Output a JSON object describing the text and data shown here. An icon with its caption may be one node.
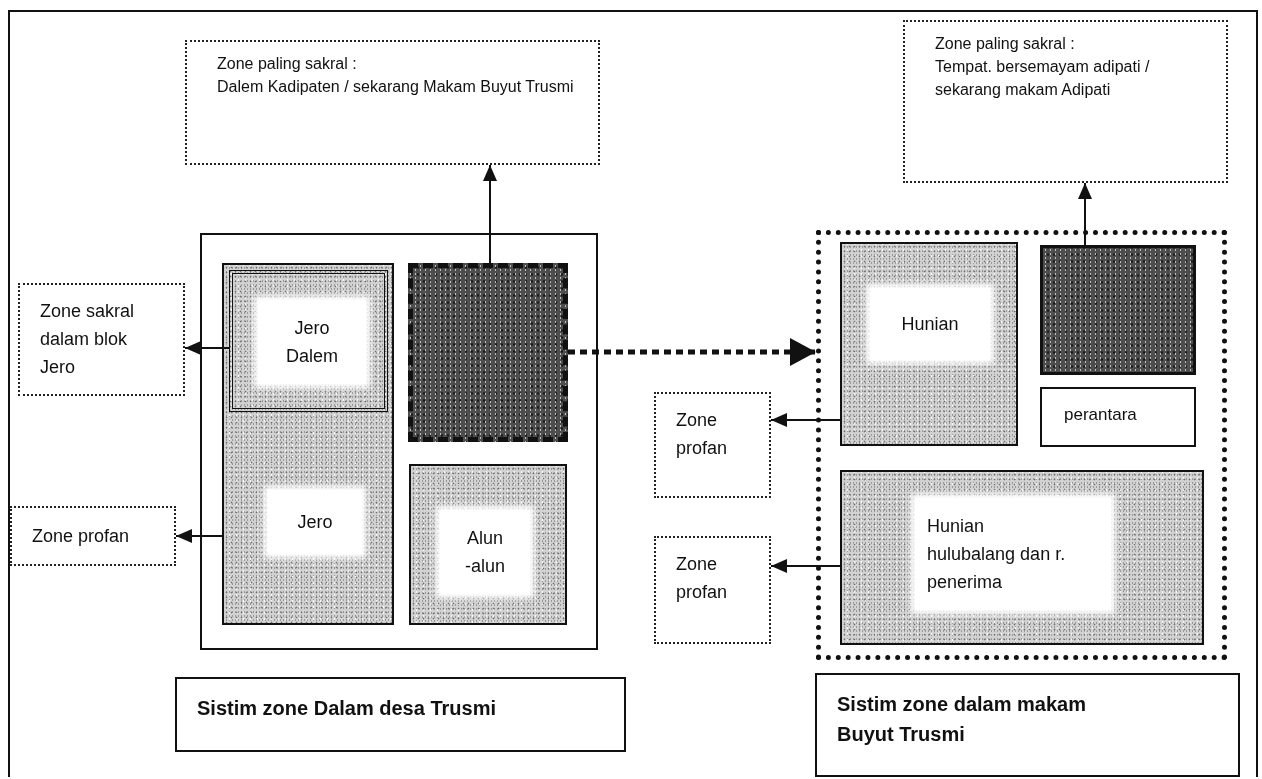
{
  "diagram": {
    "nodes": [
      {
        "text": [
          "Zone paling sakral :",
          "Dalem Kadipaten / sekarang Makam Buyut Trusmi"
        ]
      },
      {
        "text": [
          "Zone paling sakral :",
          "Tempat. bersemayam adipati / sekarang makam Adipati"
        ]
      },
      {
        "text": [],
        "shape": "box"
      },
      {
        "text": [
          "Jero"
        ],
        "in": 2
      },
      {
        "text": [
          "Jero Dalem"
        ],
        "in": 3
      },
      {
        "text": [],
        "shape": "box",
        "in": 2
      },
      {
        "text": [
          "Alun -alun"
        ],
        "in": 2
      },
      {
        "text": [
          "Zone sakral dalam blok Jero"
        ]
      },
      {
        "text": [
          "Zone profan"
        ]
      },
      {
        "text": [],
        "shape": "box"
      },
      {
        "text": [
          "Hunian"
        ],
        "in": 9
      },
      {
        "text": [],
        "shape": "box",
        "in": 9
      },
      {
        "text": [
          "perantara"
        ],
        "in": 9
      },
      {
        "text": [
          "Hunian hulubalang dan r. penerima"
        ],
        "in": 9
      },
      {
        "text": [
          "Zone profan"
        ]
      },
      {
        "text": [
          "Zone profan"
        ]
      },
      {
        "text": [
          "Sistim zone Dalam desa Trusmi"
        ]
      },
      {
        "text": [
          "Sistim zone dalam makam Buyut Trusmi"
        ]
      }
    ],
    "edges": [
      {
        "from": 5,
        "to": 0,
        "arrow": "to"
      },
      {
        "from": 11,
        "to": 1,
        "arrow": "to"
      },
      {
        "from": 4,
        "to": 7,
        "arrow": "to"
      },
      {
        "from": 3,
        "to": 8,
        "arrow": "to"
      },
      {
        "from": 5,
        "to": 9,
        "arrow": "to",
        "style": "dashed"
      },
      {
        "from": 10,
        "to": 14,
        "arrow": "to"
      },
      {
        "from": 13,
        "to": 15,
        "arrow": "to"
      }
    ]
  }
}
